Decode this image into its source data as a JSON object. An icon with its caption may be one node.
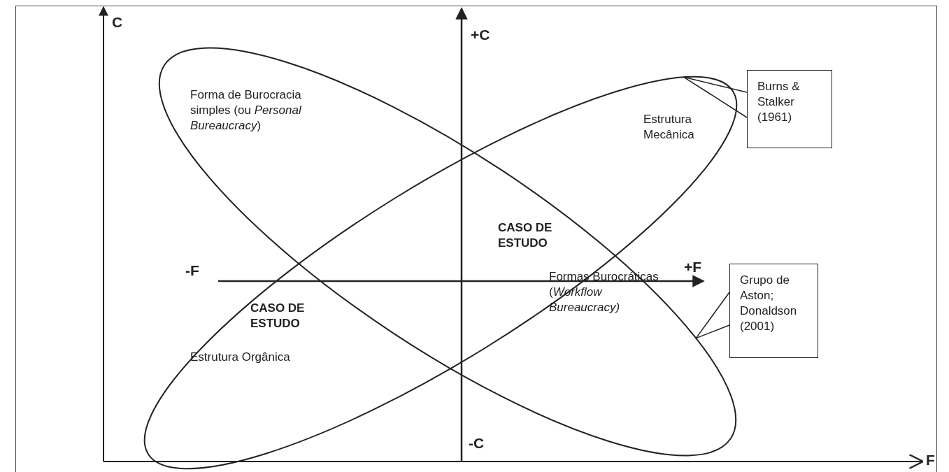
{
  "diagram": {
    "nodes": [
      {
        "text": [
          "Forma de Burocracia simples (ou *Personal Bureaucracy*)",
          "Formas Burocráticas (*Workflow Bureaucracy)*"
        ]
      },
      {
        "text": [
          "Estrutura Mecânica",
          "Estrutura Orgânica"
        ]
      },
      {
        "text": [
          "Burns & Stalker (1961)"
        ]
      },
      {
        "text": [
          "Grupo de Aston; Donaldson (2001)"
        ]
      }
    ],
    "edges": [
      {
        "from": 2,
        "to": 1,
        "arrow": "none"
      },
      {
        "from": 3,
        "to": 0,
        "arrow": "none"
      }
    ],
    "labels": [
      "C",
      "+C",
      "CASO DE ESTUDO",
      "-F",
      "+F",
      "CASO DE ESTUDO",
      "-C",
      "F"
    ]
  }
}
